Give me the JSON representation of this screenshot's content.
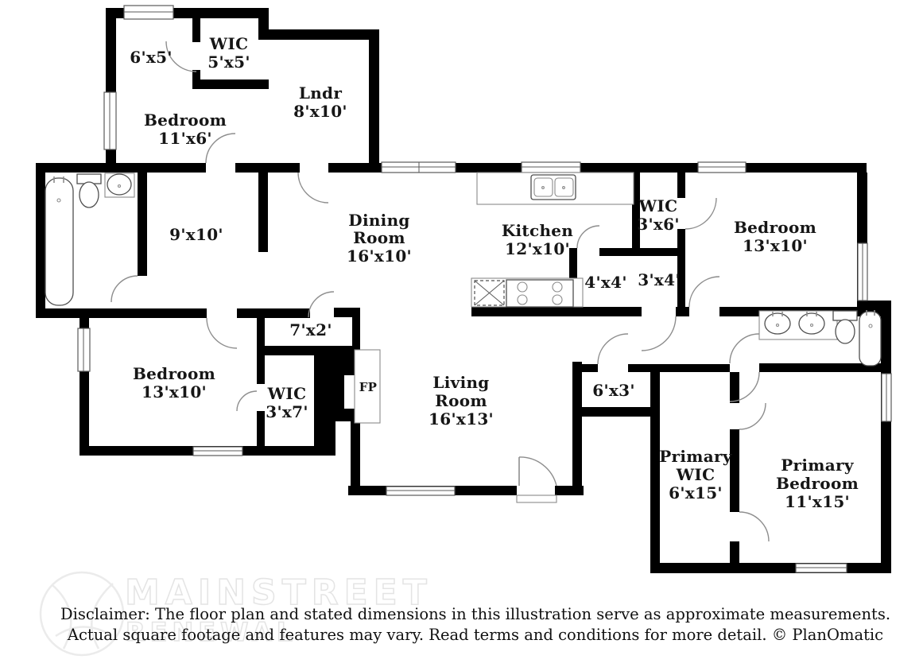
{
  "floor_plan": {
    "type": "residential-floor-plan",
    "colors": {
      "wall": "#000000",
      "label_text": "#161616",
      "fixture_outline": "#4f4f4f",
      "door_arc": "#8d8d8d",
      "watermark": "#e4e4e4"
    },
    "rooms": {
      "closet_6x5": {
        "lines": [
          "6'x5'"
        ]
      },
      "wic_5x5": {
        "lines": [
          "WIC",
          "5'x5'"
        ]
      },
      "laundry": {
        "lines": [
          "Lndr",
          "8'x10'"
        ]
      },
      "bedroom_top": {
        "lines": [
          "Bedroom",
          "11'x6'"
        ]
      },
      "hall_9x10": {
        "lines": [
          "9'x10'"
        ]
      },
      "dining_room": {
        "lines": [
          "Dining",
          "Room",
          "16'x10'"
        ]
      },
      "kitchen": {
        "lines": [
          "Kitchen",
          "12'x10'"
        ]
      },
      "wic_3x6": {
        "lines": [
          "WIC",
          "3'x6'"
        ]
      },
      "bedroom_right": {
        "lines": [
          "Bedroom",
          "13'x10'"
        ]
      },
      "closet_4x4": {
        "lines": [
          "4'x4'"
        ]
      },
      "closet_3x4": {
        "lines": [
          "3'x4'"
        ]
      },
      "hall_7x2": {
        "lines": [
          "7'x2'"
        ]
      },
      "bedroom_left": {
        "lines": [
          "Bedroom",
          "13'x10'"
        ]
      },
      "wic_3x7": {
        "lines": [
          "WIC",
          "3'x7'"
        ]
      },
      "fireplace": {
        "lines": [
          "FP"
        ]
      },
      "living_room": {
        "lines": [
          "Living",
          "Room",
          "16'x13'"
        ]
      },
      "closet_6x3": {
        "lines": [
          "6'x3'"
        ]
      },
      "primary_wic": {
        "lines": [
          "Primary",
          "WIC",
          "6'x15'"
        ]
      },
      "primary_bedroom": {
        "lines": [
          "Primary",
          "Bedroom",
          "11'x15'"
        ]
      }
    },
    "fixtures": [
      "bathtub",
      "toilet",
      "sink",
      "double-kitchen-sink",
      "stove",
      "refrigerator-space",
      "fireplace",
      "double-vanity",
      "bathtub-2",
      "toilet-2"
    ]
  },
  "watermark": {
    "line1": "MAINSTREET",
    "line2": "RENEWAL"
  },
  "disclaimer": {
    "line1": "Disclaimer: The floor plan and stated dimensions in this illustration serve as approximate measurements.",
    "line2": "Actual square footage and features may vary. Read terms and conditions for more detail. © PlanOmatic"
  }
}
